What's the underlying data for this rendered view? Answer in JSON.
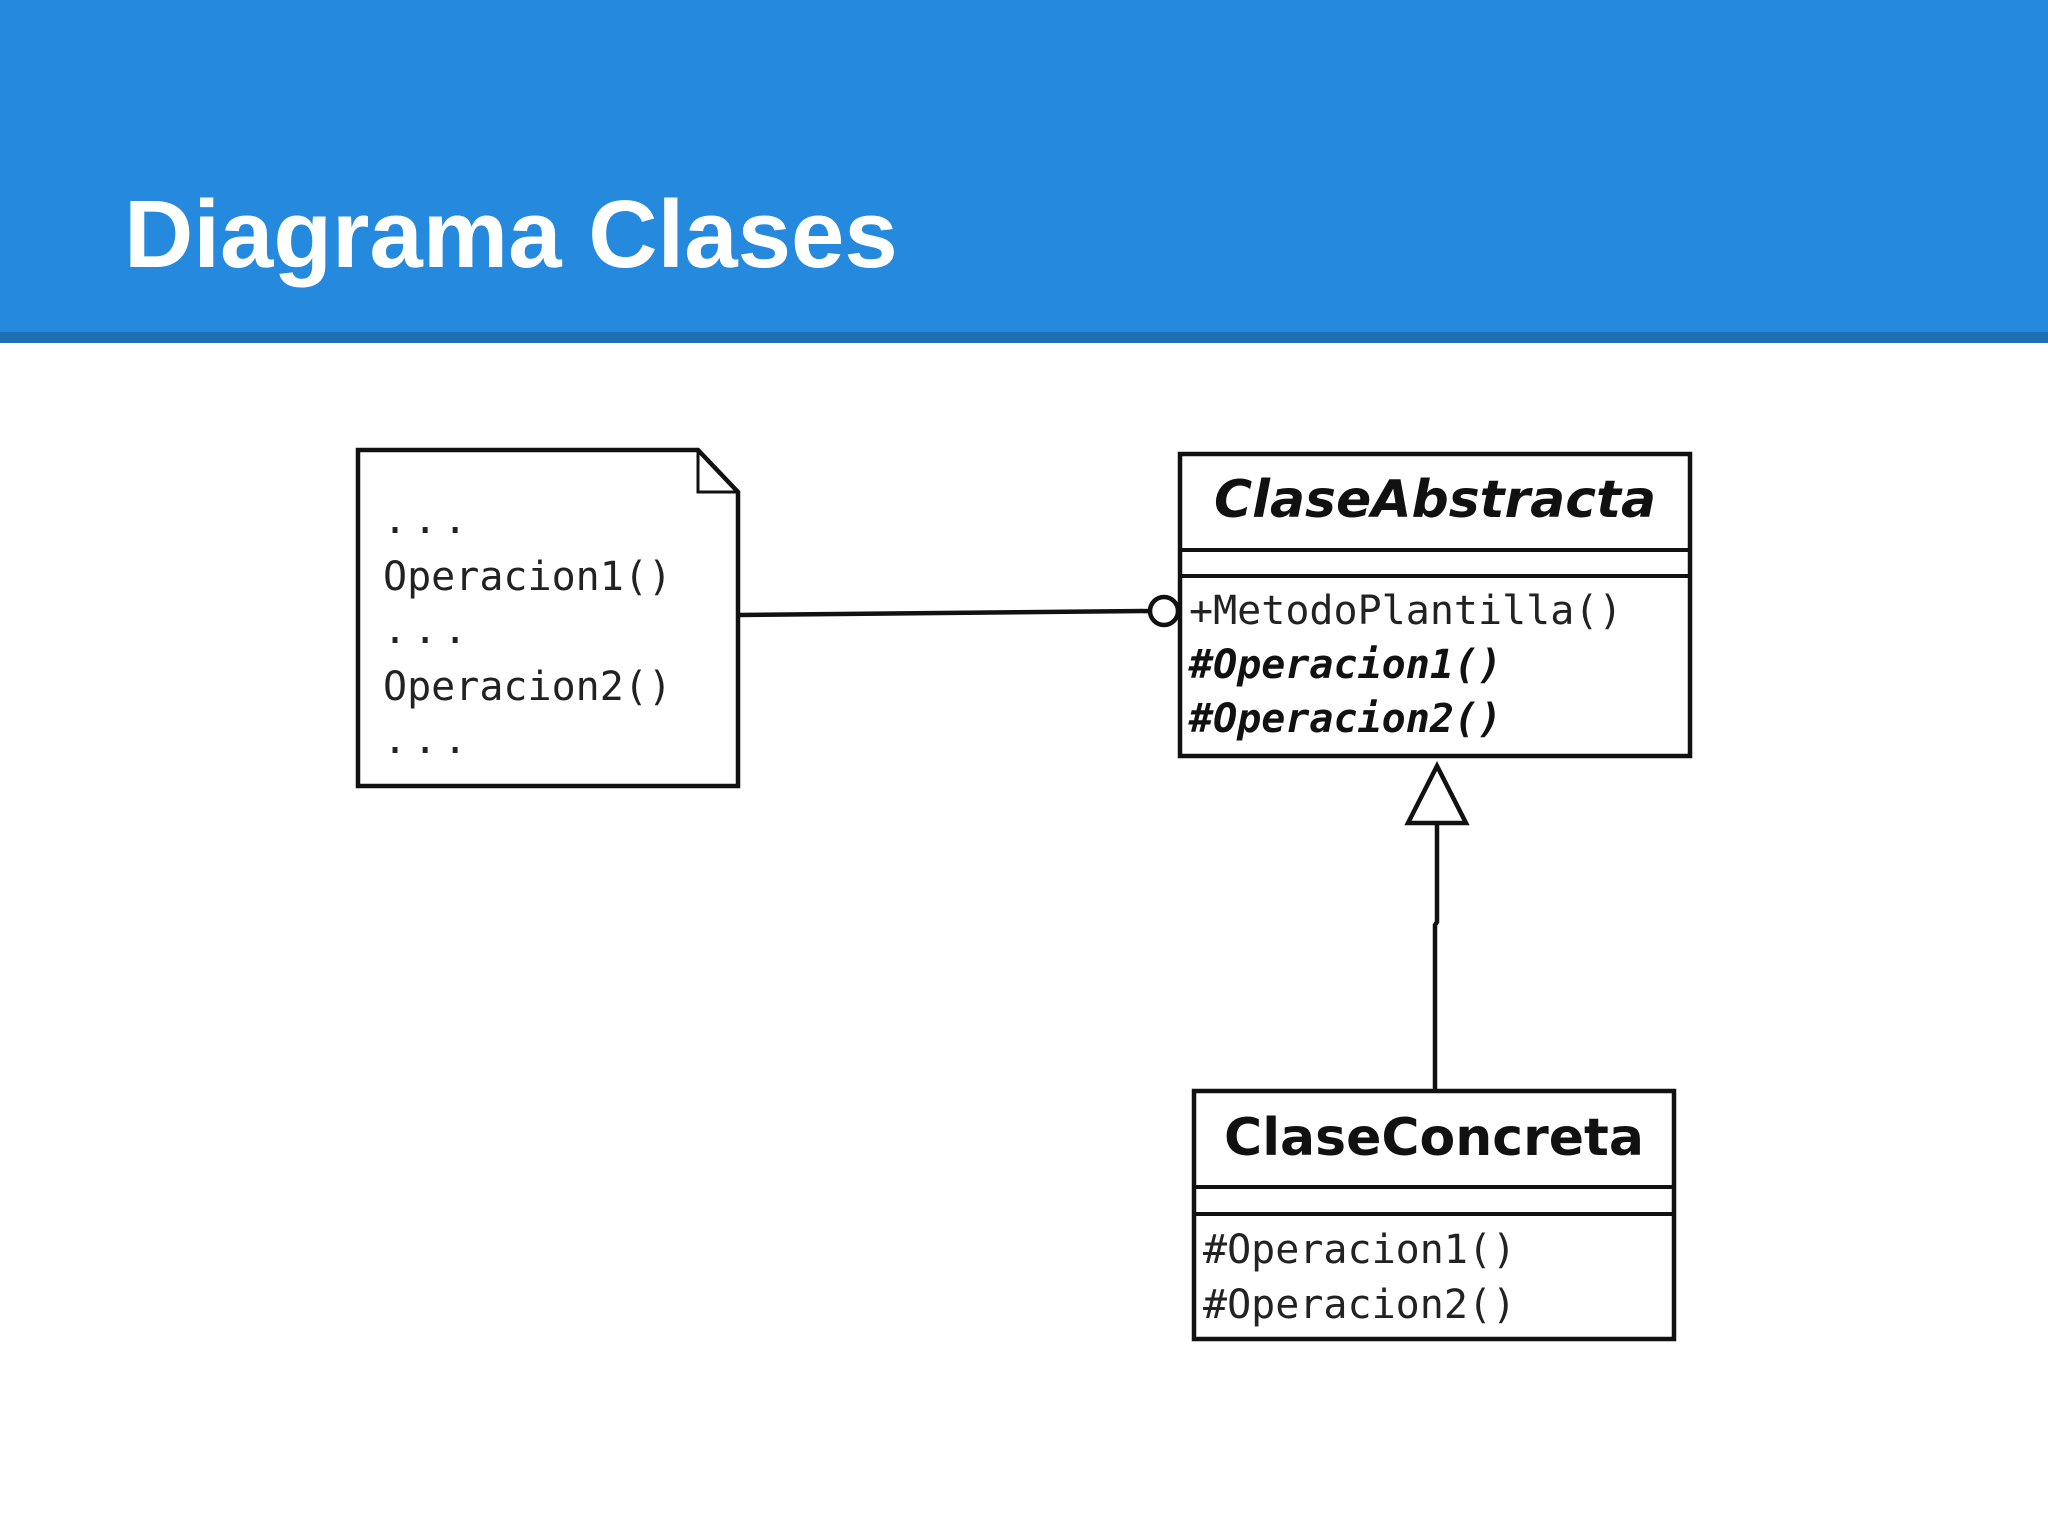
{
  "slide": {
    "title": "Diagrama Clases"
  },
  "colors": {
    "header_blue": "#2589dd",
    "header_rule": "#1f6fb5",
    "line": "#111111",
    "background": "#ffffff"
  },
  "note": {
    "lines": [
      "...",
      "Operacion1()",
      "...",
      "Operacion2()",
      "..."
    ]
  },
  "abstract_class": {
    "name": "ClaseAbstracta",
    "operations": [
      "+MetodoPlantilla()",
      "#Operacion1()",
      "#Operacion2()"
    ]
  },
  "concrete_class": {
    "name": "ClaseConcreta",
    "operations": [
      "#Operacion1()",
      "#Operacion2()"
    ]
  }
}
